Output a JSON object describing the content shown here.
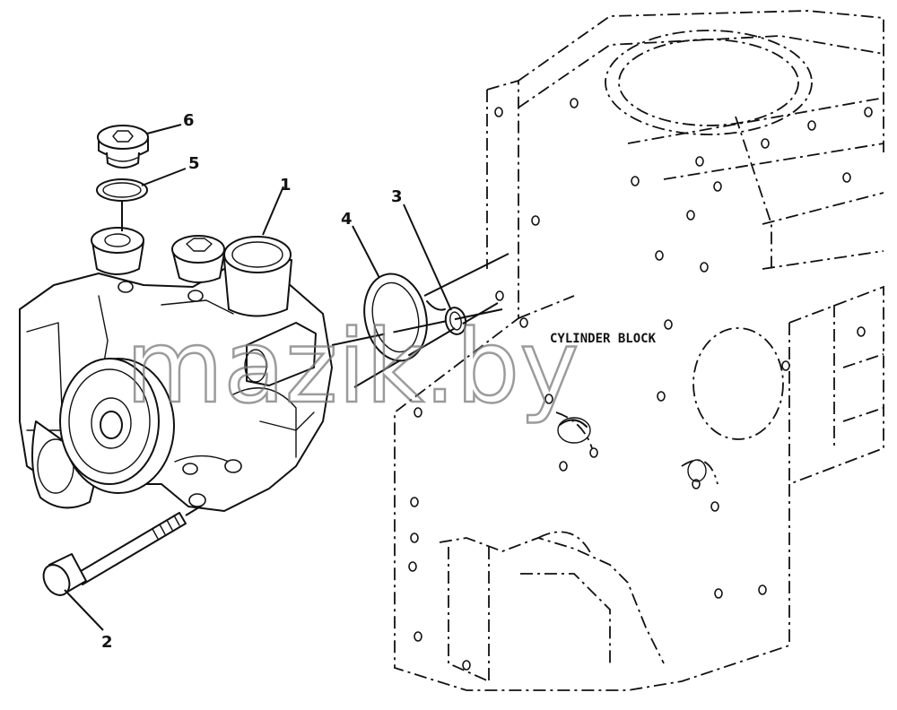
{
  "callouts": {
    "part_1": "1",
    "part_2": "2",
    "part_3": "3",
    "part_4": "4",
    "part_5": "5",
    "part_6": "6"
  },
  "labels": {
    "cylinder_block": "CYLINDER BLOCK"
  },
  "watermark": {
    "text": "mazik.by"
  },
  "colors": {
    "line": "#111111",
    "background": "#ffffff",
    "watermark": "#7a7a7a"
  }
}
